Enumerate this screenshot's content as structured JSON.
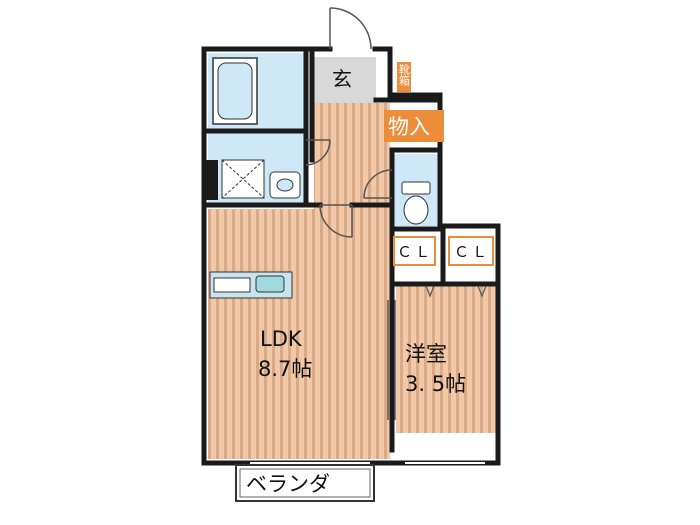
{
  "rooms": {
    "ldk": {
      "name": "LDK",
      "size": "8.7帖"
    },
    "western": {
      "name": "洋室",
      "size": "3. 5帖"
    },
    "entrance": {
      "name": "玄"
    },
    "shoe_box": {
      "name": "靴箱"
    },
    "storage": {
      "name": "物入"
    },
    "closet_1": {
      "name": "ＣＬ"
    },
    "closet_2": {
      "name": "ＣＬ"
    },
    "veranda": {
      "name": "ベランダ"
    }
  },
  "colors": {
    "floor_base": "#f1c9a6",
    "floor_stripe": "#d9a98a",
    "wet_area": "#cfe8f7",
    "wall": "#1a1a1a",
    "entrance_floor": "#d8d8d8",
    "label_orange": "#ec8d3a",
    "sink_teal": "#9fdadf"
  }
}
